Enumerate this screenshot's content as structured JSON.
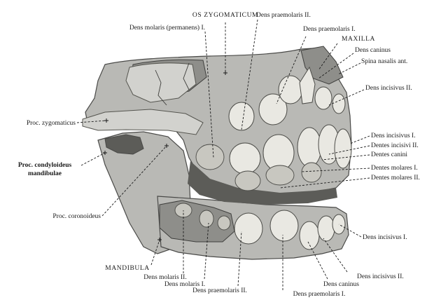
{
  "figure": {
    "labels": {
      "os_zygomaticum": "OS ZYGOMATICUM",
      "dens_molaris_perm_1": "Dens molaris (permanens) I.",
      "dens_praemolaris_2_top": "Dens praemolaris II.",
      "dens_praemolaris_1_top": "Dens praemolaris I.",
      "maxilla": "MAXILLA",
      "dens_caninus_top": "Dens caninus",
      "spina_nasalis": "Spina nasalis ant.",
      "dens_incisivus_2_top": "Dens incisivus II.",
      "proc_zygomaticus": "Proc. zygomaticus",
      "dens_incisivus_1_r": "Dens incisivus I.",
      "dentes_incisivi_2": "Dentes incisivi II.",
      "dentes_canini": "Dentes canini",
      "dentes_molares_1": "Dentes molares I.",
      "dentes_molares_2": "Dentes molares II.",
      "proc_condyloideus_1": "Proc. condyloideus",
      "proc_condyloideus_2": "mandibulae",
      "proc_coronoideus": "Proc. coronoideus",
      "dens_incisivus_1_low": "Dens incisivus I.",
      "mandibula": "MANDIBULA",
      "dens_incisivus_2_low": "Dens incisivus II.",
      "dens_molaris_2_low": "Dens molaris II.",
      "dens_molaris_1_low": "Dens molaris I.",
      "dens_caninus_low": "Dens caninus",
      "dens_praemolaris_2_low": "Dens praemolaris II.",
      "dens_praemolaris_1_low": "Dens praemolaris I."
    }
  }
}
